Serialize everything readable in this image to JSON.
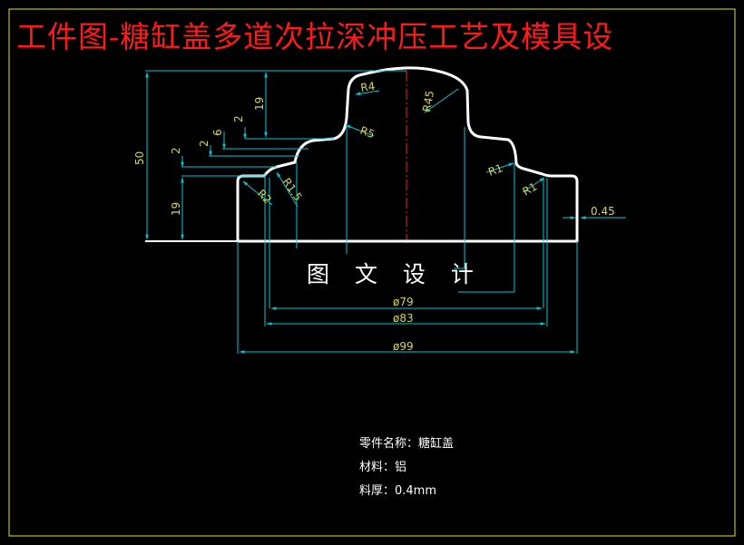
{
  "title": "工件图-糖缸盖多道次拉深冲压工艺及模具设",
  "center_label": "图 文 设 计",
  "dimensions": {
    "r4": "R4",
    "r45": "R45",
    "r5": "R5",
    "r1_left": "R1",
    "r1_right": "R1",
    "r2": "R2",
    "r15": "R1.5",
    "v50": "50",
    "v19_top": "19",
    "v19_bottom": "19",
    "v2_a": "2",
    "v6": "6",
    "v2_b": "2",
    "v2_c": "2",
    "thickness": "0.45",
    "d79": "ø79",
    "d83": "ø83",
    "d99": "ø99"
  },
  "part_info": {
    "name": "零件名称：糖缸盖",
    "material": "材料：铝",
    "thickness": "料厚：0.4mm"
  },
  "colors": {
    "background": "#000000",
    "title": "#ff1a1a",
    "frame": "#e6e600",
    "profile": "#ffffff",
    "dimension_line": "#00c8d8",
    "dimension_text": "#d6d64a",
    "centerline": "#ff2020"
  }
}
